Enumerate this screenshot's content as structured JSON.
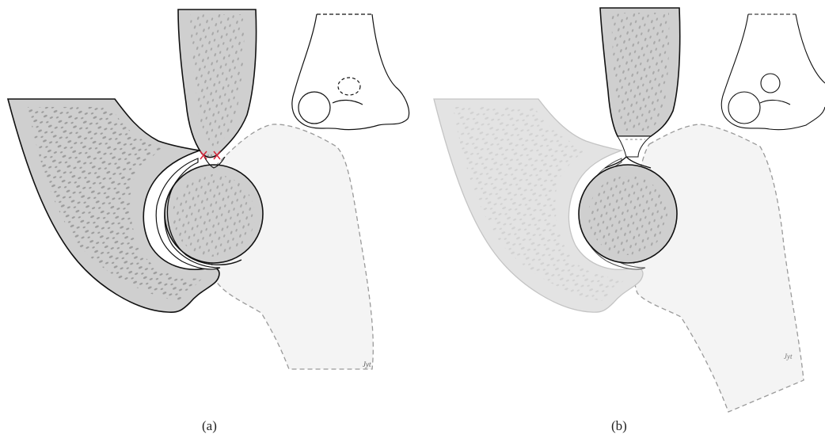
{
  "figure": {
    "panels": [
      {
        "id": "a",
        "label": "(a)",
        "has_cut_marks": true,
        "cut_mark_color": "#d6283c"
      },
      {
        "id": "b",
        "label": "(b)",
        "has_cut_marks": false
      }
    ],
    "colors": {
      "bone_fill": "#cfcfcf",
      "bone_fill_faded": "#e3e3e3",
      "trabecular": "#9c9c9c",
      "trabecular_faded": "#cdcdcd",
      "soft_tissue": "#f4f4f4",
      "outline": "#111111",
      "dashed_outline": "#9a9a9a",
      "cut_mark": "#d6283c"
    }
  }
}
